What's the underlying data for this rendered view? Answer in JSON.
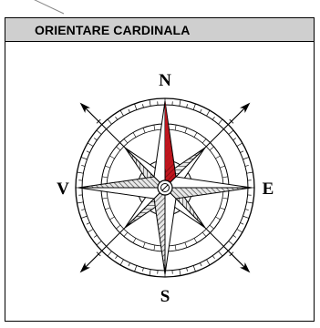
{
  "panel": {
    "title": "ORIENTARE CARDINALA"
  },
  "compass": {
    "north": "N",
    "south": "S",
    "east": "E",
    "west": "V",
    "north_needle_color": "#c0161e"
  }
}
